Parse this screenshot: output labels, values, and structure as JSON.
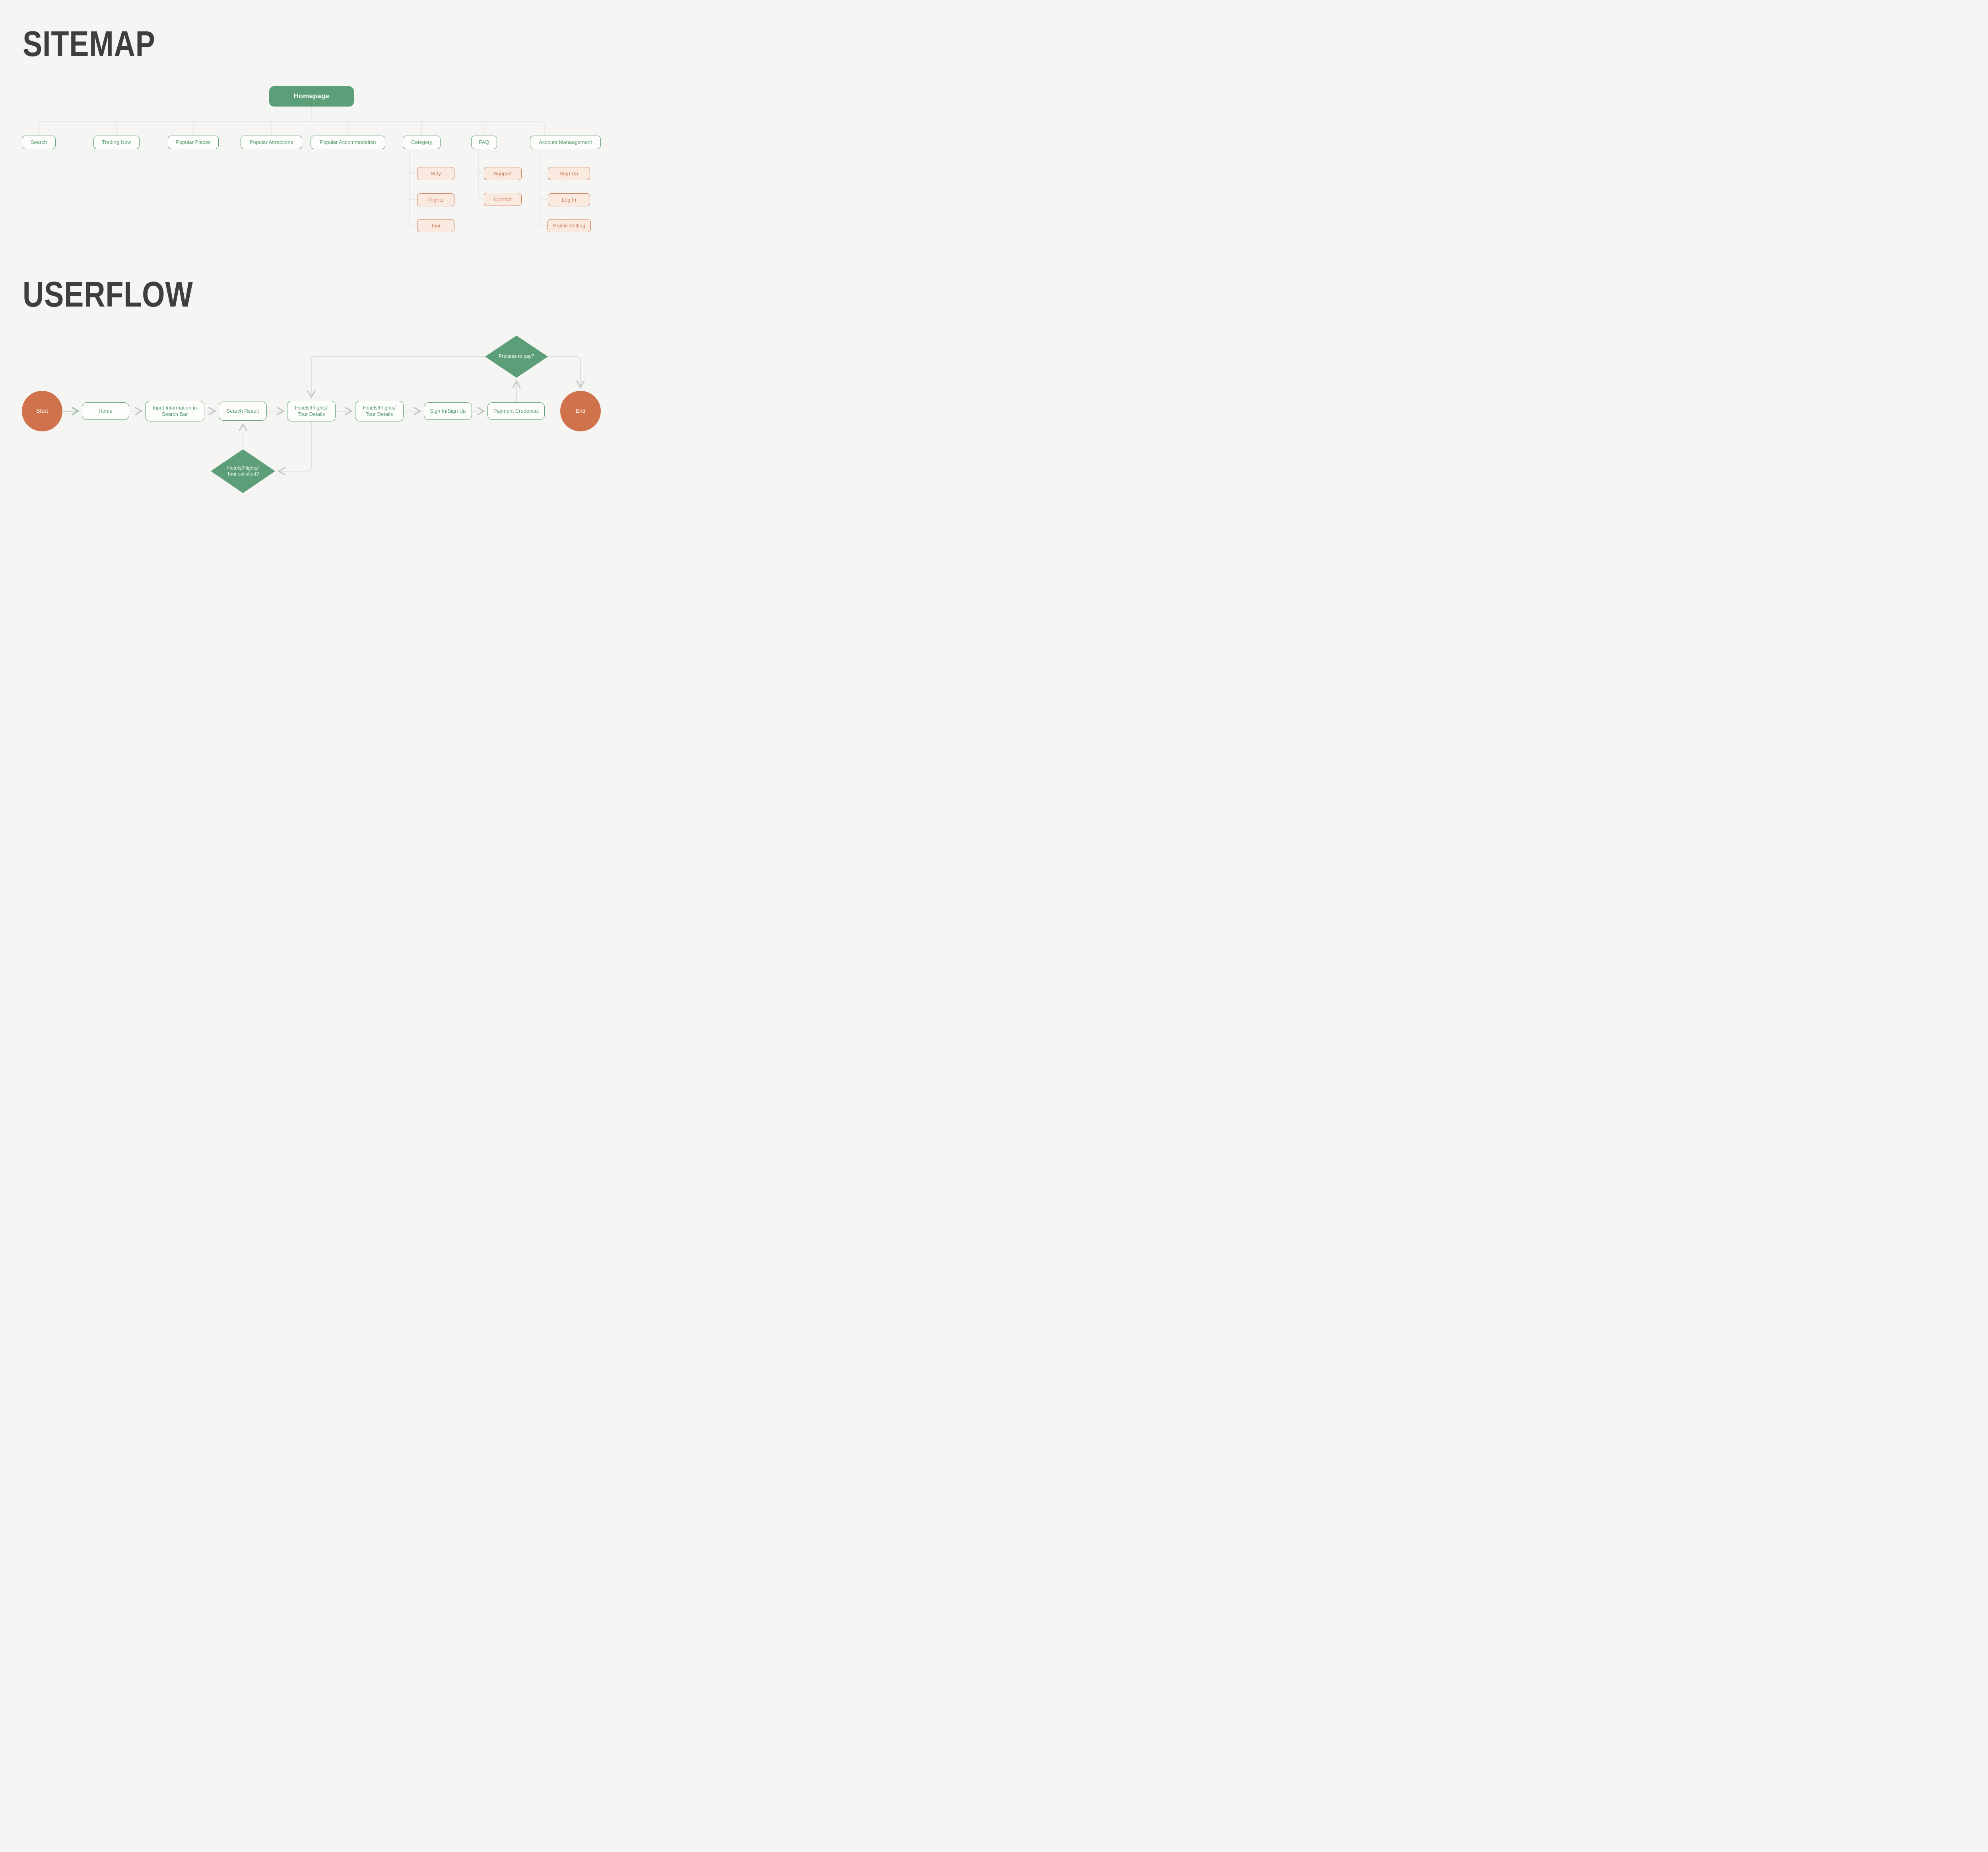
{
  "sitemap": {
    "title": "SITEMAP",
    "root": "Homepage",
    "children": [
      "Search",
      "Treding Now",
      "Popular Places",
      "Popular Attractions",
      "Popular Accommodation",
      "Category",
      "FAQ",
      "Account Manaagement"
    ],
    "category_children": [
      "Stay",
      "Flights",
      "Tour"
    ],
    "faq_children": [
      "Support",
      "Contact"
    ],
    "account_children": [
      "Sign Up",
      "Log In",
      "Profile Setting"
    ]
  },
  "userflow": {
    "title": "USERFLOW",
    "start_label": "Start",
    "end_label": "End",
    "steps": [
      "Home",
      "Input Information in\nSearch Bar",
      "Search Result",
      "Hotels/Flights/\nTour Details",
      "Hotels/Flights/\nTour Details",
      "Sign In/Sign Up",
      "Payment Credential"
    ],
    "decision_pay": "Process to pay?",
    "decision_satisfied": "Hotels/Flights/\nTour satisfied?"
  },
  "colors": {
    "background": "#F5F5F3",
    "node_green": "#5C9E77",
    "green_text": "#579A71",
    "start_end_orange": "#D0734C",
    "sub_box_fill": "#F9E9DF",
    "sub_box_border": "#C87B54",
    "connector_gray": "#E7E7E5",
    "flow_connector_gray": "#DEDEDC",
    "title_text": "#3E3E3E"
  }
}
